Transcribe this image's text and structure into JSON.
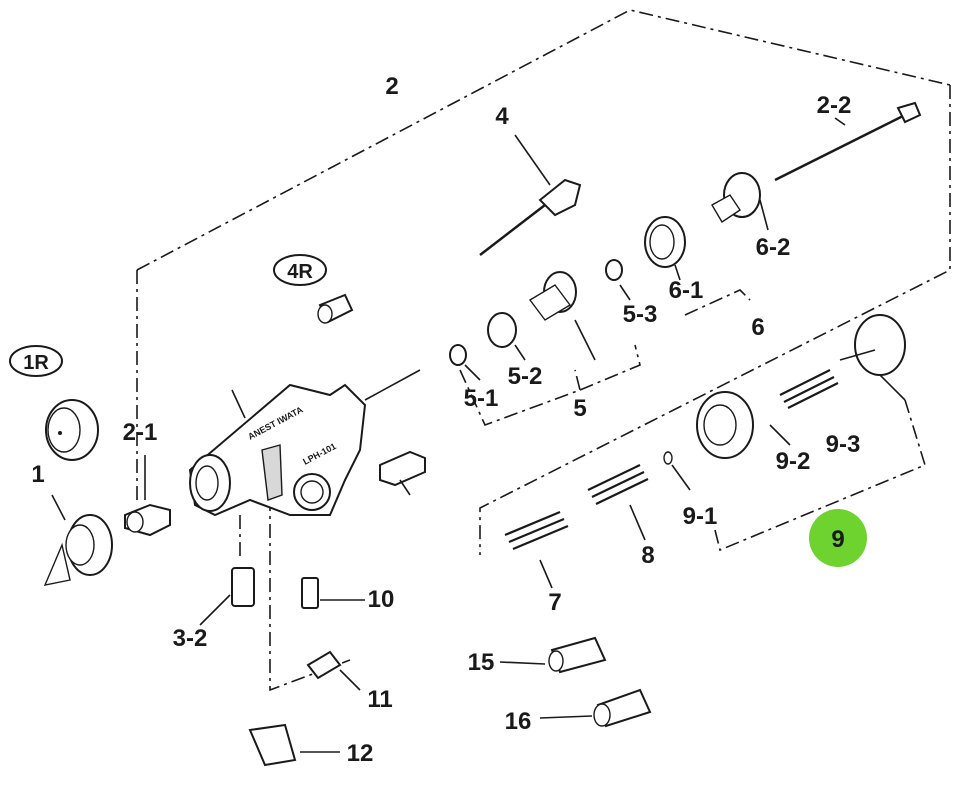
{
  "diagram": {
    "labels": {
      "p1": "1",
      "p1R": "1R",
      "p2": "2",
      "p2_1": "2-1",
      "p2_2": "2-2",
      "p3_2": "3-2",
      "p4": "4",
      "p4R": "4R",
      "p5": "5",
      "p5_1": "5-1",
      "p5_2": "5-2",
      "p5_3": "5-3",
      "p6": "6",
      "p6_1": "6-1",
      "p6_2": "6-2",
      "p7": "7",
      "p8": "8",
      "p9": "9",
      "p9_1": "9-1",
      "p9_2": "9-2",
      "p9_3": "9-3",
      "p10": "10",
      "p11": "11",
      "p12": "12",
      "p15": "15",
      "p16": "16"
    },
    "body_marking": {
      "brand": "ANEST IWATA",
      "model": "LPH-101"
    },
    "highlight": {
      "part": "9",
      "color": "#6ed22f"
    }
  }
}
